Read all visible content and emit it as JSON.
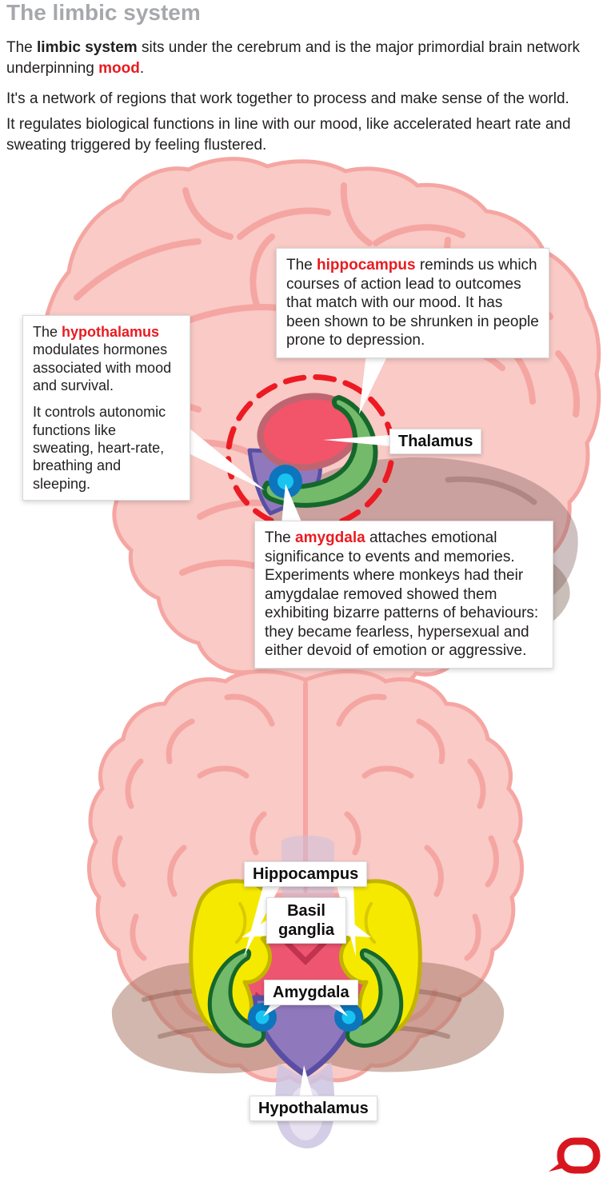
{
  "header": {
    "title": "The limbic system",
    "p1_lead": "The ",
    "p1_bold": "limbic system",
    "p1_mid": " sits under the cerebrum and is the major primordial brain network underpinning ",
    "p1_term": "mood",
    "p1_end": ".",
    "p2": "It's a network of regions that work together to process and make sense of the world.",
    "p3": "It regulates biological functions in line with our mood, like accelerated heart rate and sweating triggered by feeling flustered."
  },
  "side_view": {
    "hippocampus_callout": {
      "lead": "The ",
      "term": "hippocampus",
      "rest": " reminds us which courses of action lead to outcomes that match with our mood. It has been shown to be shrunken in people prone to depression."
    },
    "hypothalamus_callout": {
      "lead": "The ",
      "term": "hypothalamus",
      "rest": " modulates hormones associated with mood and survival.",
      "para2": "It controls autonomic functions like sweating, heart-rate, breathing and sleeping."
    },
    "amygdala_callout": {
      "lead": "The ",
      "term": "amygdala",
      "rest": " attaches emotional significance to events and memories. Experiments where monkeys had their amygdalae removed showed them exhibiting bizarre patterns of behaviours: they became fearless, hypersexual and either devoid of emotion or aggressive."
    },
    "thalamus_label": "Thalamus"
  },
  "front_view": {
    "labels": {
      "hippocampus": "Hippocampus",
      "basil_ganglia": "Basil ganglia",
      "amygdala": "Amygdala",
      "hypothalamus": "Hypothalamus"
    }
  },
  "colors": {
    "accent_red_text": "#e81c21",
    "dashed_outline_red": "#ec1b23",
    "brain_pink": "#f9cac6",
    "brain_line_pink": "#f5a6a2",
    "thalamus_red": "#f25469",
    "hippocampus_green": "#73ba6b",
    "hippocampus_green_border": "#15672b",
    "hypothalamus_purple": "#9078bd",
    "amygdala_blue": "#0d75bc",
    "amygdala_cyan": "#19c3f0",
    "basal_ganglia_yellow": "#f6e900",
    "logo_red": "#d8161f"
  }
}
